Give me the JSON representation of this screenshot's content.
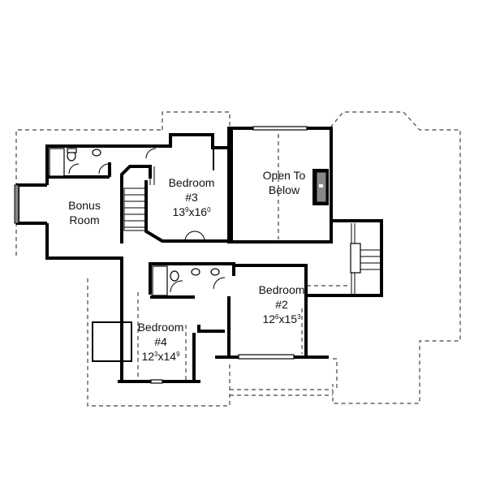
{
  "plan": {
    "type": "second floor plan",
    "rooms": [
      {
        "id": "bonus",
        "name_line1": "Bonus",
        "name_line2": "Room",
        "dims": ""
      },
      {
        "id": "bed3",
        "name_line1": "Bedroom",
        "name_line2": "#3",
        "dims_w": "13",
        "dims_w_in": "9",
        "dims_h": "16",
        "dims_h_in": "0"
      },
      {
        "id": "open",
        "name_line1": "Open To",
        "name_line2": "Below",
        "dims": ""
      },
      {
        "id": "bed2",
        "name_line1": "Bedroom",
        "name_line2": "#2",
        "dims_w": "12",
        "dims_w_in": "6",
        "dims_h": "15",
        "dims_h_in": "3"
      },
      {
        "id": "bed4",
        "name_line1": "Bedroom",
        "name_line2": "#4",
        "dims_w": "12",
        "dims_w_in": "3",
        "dims_h": "14",
        "dims_h_in": "9"
      }
    ],
    "colors": {
      "wall": "#000000",
      "outline": "#444444",
      "background": "#ffffff",
      "fireplace": "#888888"
    }
  }
}
